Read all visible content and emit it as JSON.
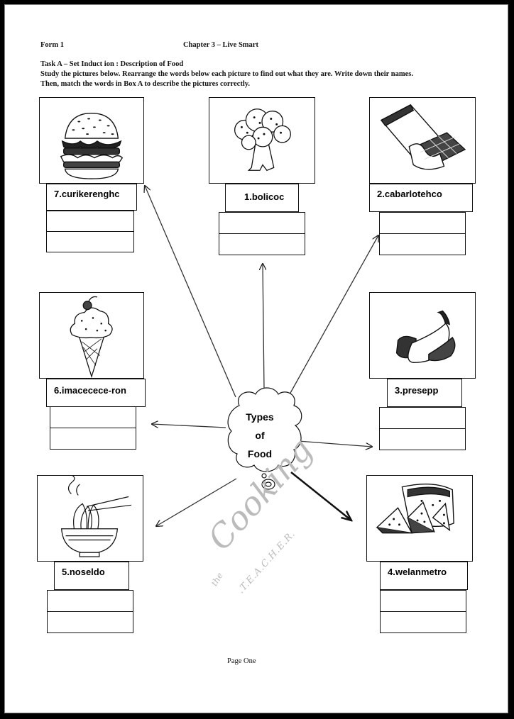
{
  "header": {
    "form": "Form 1",
    "chapter": "Chapter 3 – Live Smart",
    "task": "Task A   – Set Induct ion : Description of Food",
    "instruction_1": "Study the pictures below.  Rearrange the words below each picture to find out what they are.  Write down their names.",
    "instruction_2": "Then, match the words in Box A to describe the pictures correctly."
  },
  "center": {
    "line1": "Types",
    "line2": "of",
    "line3": "Food"
  },
  "items": [
    {
      "label": "1.bolicoc",
      "icon": "broccoli-icon"
    },
    {
      "label": "2.cabarlotehco",
      "icon": "chocolate-bar-icon"
    },
    {
      "label": "3.presepp",
      "icon": "pepper-icon"
    },
    {
      "label": "4.welanmetro",
      "icon": "watermelon-icon"
    },
    {
      "label": "5.noseldo",
      "icon": "noodle-bowl-icon"
    },
    {
      "label": "6.imacecece-ron",
      "icon": "ice-cream-cone-icon"
    },
    {
      "label": "7.curikerenghc",
      "icon": "burger-icon"
    }
  ],
  "footer": "Page One",
  "watermark": {
    "the": "the",
    "main": "Cooking",
    "sub": ".T.E.A.C.H.E.R."
  }
}
